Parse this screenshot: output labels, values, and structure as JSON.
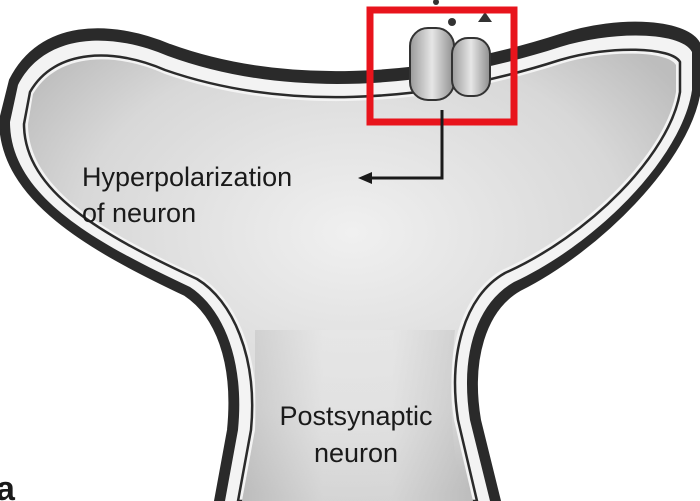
{
  "labels": {
    "hyperpolarization_line1": "Hyperpolarization",
    "hyperpolarization_line2": "of neuron",
    "postsynaptic_line1": "Postsynaptic",
    "postsynaptic_line2": "neuron",
    "panel_letter": "a"
  },
  "colors": {
    "membrane_outer": "#2a2a2a",
    "membrane_fill": "#f2f2f2",
    "cell_interior": "#d9d9d9",
    "highlight_box": "#e8141c",
    "channel_fill": "#c8c8c8",
    "text": "#1a1a1a"
  },
  "icons": {
    "ion_channel": "ion-channel-icon",
    "arrow": "arrow-icon"
  }
}
